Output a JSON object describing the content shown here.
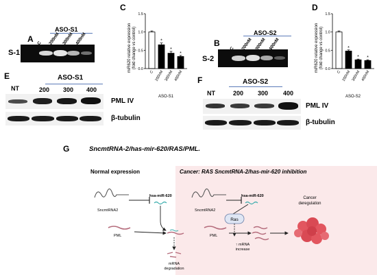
{
  "panels": {
    "A": "A",
    "B": "B",
    "C": "C",
    "D": "D",
    "E": "E",
    "F": "F",
    "G": "G"
  },
  "panelA": {
    "row_label": "S-1",
    "header": "ASO-S1",
    "lanes": [
      "C",
      "200nM",
      "300nM",
      "400nM"
    ]
  },
  "panelB": {
    "row_label": "S-2",
    "header": "ASO-S2",
    "lanes": [
      "C",
      "200nM",
      "300nM",
      "400nM"
    ]
  },
  "panelE": {
    "header": "ASO-S1",
    "lanes": [
      "NT",
      "200",
      "300",
      "400"
    ],
    "rows": [
      "PML IV",
      "β-tubulin"
    ]
  },
  "panelF": {
    "header": "ASO-S2",
    "lanes": [
      "NT",
      "200",
      "300",
      "400"
    ],
    "rows": [
      "PML IV",
      "β-tubulin"
    ]
  },
  "panelG": {
    "title": "SncmtRNA-2/has-mir-620/RAS/PML.",
    "left_heading": "Normal expression",
    "right_heading": "Cancer: RAS SncmtRNA-2/has-mir-620 inhibition",
    "left_labels": {
      "mirna": "hsa-miR-620",
      "rna": "SncmtRNA2",
      "pml": "PML",
      "degradation_line1": "mRNA",
      "degradation_line2": "degradation"
    },
    "right_labels": {
      "mirna": "hsa-miR-620",
      "rna": "SncmtRNA2",
      "ras": "Ras",
      "pml": "PML",
      "increase_line1": "↑ mRNA",
      "increase_line2": "increase",
      "cancer_line1": "Cancer",
      "cancer_line2": "deregulation"
    },
    "colors": {
      "right_bg": "#fbe9ea",
      "ras_fill": "#dfe6f4",
      "cell_fill": "#e2565f"
    }
  },
  "chart_data": [
    {
      "type": "bar",
      "panel": "C",
      "categories": [
        "C",
        "200nM",
        "300nM",
        "400nM"
      ],
      "values": [
        1.0,
        0.65,
        0.42,
        0.33
      ],
      "errors": [
        0.03,
        0.05,
        0.05,
        0.03
      ],
      "significance": [
        "",
        "*",
        "*",
        "*"
      ],
      "ylabel": "miR620 relative expression\n(fold change vs control)",
      "xgroup": "ASO-S1",
      "ylim": [
        0,
        1.5
      ],
      "yticks": [
        0.0,
        0.5,
        1.0,
        1.5
      ],
      "fill": [
        "#ffffff",
        "#000000",
        "#000000",
        "#000000"
      ]
    },
    {
      "type": "bar",
      "panel": "D",
      "categories": [
        "C",
        "200nM",
        "300nM",
        "400nM"
      ],
      "values": [
        1.0,
        0.48,
        0.24,
        0.22
      ],
      "errors": [
        0.03,
        0.03,
        0.02,
        0.02
      ],
      "significance": [
        "",
        "*",
        "*",
        "*"
      ],
      "ylabel": "miR620 relative expression\n(fold change vs control)",
      "xgroup": "ASO-S2",
      "ylim": [
        0,
        1.5
      ],
      "yticks": [
        0.0,
        0.5,
        1.0,
        1.5
      ],
      "fill": [
        "#ffffff",
        "#000000",
        "#000000",
        "#000000"
      ]
    }
  ]
}
